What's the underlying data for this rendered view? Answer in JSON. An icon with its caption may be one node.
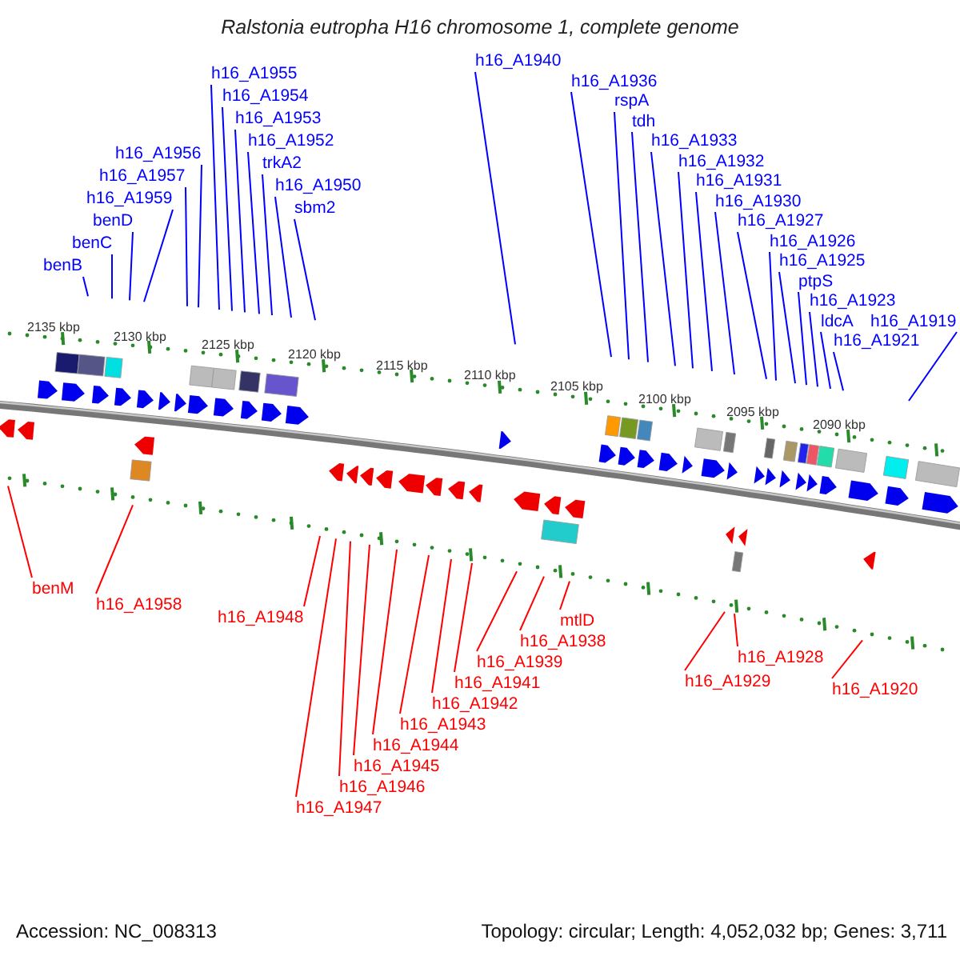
{
  "diagram": {
    "title": "Ralstonia eutropha H16 chromosome 1, complete genome",
    "nodes": [
      {
        "text": [
          "benB"
        ]
      },
      {
        "text": [
          "benC"
        ]
      },
      {
        "text": [
          "benD"
        ]
      },
      {
        "text": [
          "h16_A1959"
        ]
      },
      {
        "text": [
          "h16_A1957"
        ]
      },
      {
        "text": [
          "h16_A1956"
        ]
      },
      {
        "text": [
          "h16_A1955"
        ]
      },
      {
        "text": [
          "h16_A1954"
        ]
      },
      {
        "text": [
          "h16_A1953"
        ]
      },
      {
        "text": [
          "h16_A1952"
        ]
      },
      {
        "text": [
          "trkA2"
        ]
      },
      {
        "text": [
          "h16_A1950"
        ]
      },
      {
        "text": [
          "sbm2"
        ]
      },
      {
        "text": [
          "h16_A1940"
        ]
      },
      {
        "text": [
          "h16_A1936"
        ]
      },
      {
        "text": [
          "rspA"
        ]
      },
      {
        "text": [
          "tdh"
        ]
      },
      {
        "text": [
          "h16_A1933"
        ]
      },
      {
        "text": [
          "h16_A1932"
        ]
      },
      {
        "text": [
          "h16_A1931"
        ]
      },
      {
        "text": [
          "h16_A1930"
        ]
      },
      {
        "text": [
          "h16_A1927"
        ]
      },
      {
        "text": [
          "h16_A1926"
        ]
      },
      {
        "text": [
          "h16_A1925"
        ]
      },
      {
        "text": [
          "ptpS"
        ]
      },
      {
        "text": [
          "h16_A1923"
        ]
      },
      {
        "text": [
          "ldcA"
        ]
      },
      {
        "text": [
          "h16_A1921"
        ]
      },
      {
        "text": [
          "h16_A1919"
        ]
      },
      {
        "text": [
          "benM"
        ]
      },
      {
        "text": [
          "h16_A1958"
        ]
      },
      {
        "text": [
          "h16_A1948"
        ]
      },
      {
        "text": [
          "h16_A1947"
        ]
      },
      {
        "text": [
          "h16_A1946"
        ]
      },
      {
        "text": [
          "h16_A1945"
        ]
      },
      {
        "text": [
          "h16_A1944"
        ]
      },
      {
        "text": [
          "h16_A1943"
        ]
      },
      {
        "text": [
          "h16_A1942"
        ]
      },
      {
        "text": [
          "h16_A1941"
        ]
      },
      {
        "text": [
          "h16_A1939"
        ]
      },
      {
        "text": [
          "h16_A1938"
        ]
      },
      {
        "text": [
          "mtlD"
        ]
      },
      {
        "text": [
          "h16_A1929"
        ]
      },
      {
        "text": [
          "h16_A1928"
        ]
      },
      {
        "text": [
          "h16_A1920"
        ]
      }
    ],
    "edges": [
      {
        "from": 0,
        "to": null,
        "arrow": "none"
      },
      {
        "from": 1,
        "to": null,
        "arrow": "none"
      },
      {
        "from": 2,
        "to": null,
        "arrow": "none"
      },
      {
        "from": 3,
        "to": null,
        "arrow": "none"
      },
      {
        "from": 4,
        "to": null,
        "arrow": "none"
      },
      {
        "from": 5,
        "to": null,
        "arrow": "none"
      },
      {
        "from": 6,
        "to": null,
        "arrow": "none"
      },
      {
        "from": 7,
        "to": null,
        "arrow": "none"
      },
      {
        "from": 8,
        "to": null,
        "arrow": "none"
      },
      {
        "from": 9,
        "to": null,
        "arrow": "none"
      },
      {
        "from": 10,
        "to": null,
        "arrow": "none"
      },
      {
        "from": 11,
        "to": null,
        "arrow": "none"
      },
      {
        "from": 12,
        "to": null,
        "arrow": "none"
      },
      {
        "from": 13,
        "to": null,
        "arrow": "none"
      },
      {
        "from": 14,
        "to": null,
        "arrow": "none"
      },
      {
        "from": 15,
        "to": null,
        "arrow": "none"
      },
      {
        "from": 16,
        "to": null,
        "arrow": "none"
      },
      {
        "from": 17,
        "to": null,
        "arrow": "none"
      },
      {
        "from": 18,
        "to": null,
        "arrow": "none"
      },
      {
        "from": 19,
        "to": null,
        "arrow": "none"
      },
      {
        "from": 20,
        "to": null,
        "arrow": "none"
      },
      {
        "from": 21,
        "to": null,
        "arrow": "none"
      },
      {
        "from": 22,
        "to": null,
        "arrow": "none"
      },
      {
        "from": 23,
        "to": null,
        "arrow": "none"
      },
      {
        "from": 24,
        "to": null,
        "arrow": "none"
      },
      {
        "from": 25,
        "to": null,
        "arrow": "none"
      },
      {
        "from": 26,
        "to": null,
        "arrow": "none"
      },
      {
        "from": 27,
        "to": null,
        "arrow": "none"
      },
      {
        "from": 28,
        "to": null,
        "arrow": "none"
      },
      {
        "from": 29,
        "to": null,
        "arrow": "none",
        "color": "#ff0000"
      },
      {
        "from": 30,
        "to": null,
        "arrow": "none",
        "color": "#ff0000"
      },
      {
        "from": 31,
        "to": null,
        "arrow": "none",
        "color": "#ff0000"
      },
      {
        "from": 32,
        "to": null,
        "arrow": "none",
        "color": "#ff0000"
      },
      {
        "from": 33,
        "to": null,
        "arrow": "none",
        "color": "#ff0000"
      },
      {
        "from": 34,
        "to": null,
        "arrow": "none",
        "color": "#ff0000"
      },
      {
        "from": 35,
        "to": null,
        "arrow": "none",
        "color": "#ff0000"
      },
      {
        "from": 36,
        "to": null,
        "arrow": "none",
        "color": "#ff0000"
      },
      {
        "from": 37,
        "to": null,
        "arrow": "none",
        "color": "#ff0000"
      },
      {
        "from": 38,
        "to": null,
        "arrow": "none",
        "color": "#ff0000"
      },
      {
        "from": 39,
        "to": null,
        "arrow": "none",
        "color": "#ff0000"
      },
      {
        "from": 40,
        "to": null,
        "arrow": "none",
        "color": "#ff0000"
      },
      {
        "from": 41,
        "to": null,
        "arrow": "none",
        "color": "#ff0000"
      },
      {
        "from": 42,
        "to": null,
        "arrow": "none",
        "color": "#ff0000"
      },
      {
        "from": 43,
        "to": null,
        "arrow": "none",
        "color": "#ff0000"
      },
      {
        "from": 44,
        "to": null,
        "arrow": "none",
        "color": "#ff0000"
      }
    ],
    "labels": [
      "2135 kbp",
      "2130 kbp",
      "2125 kbp",
      "2120 kbp",
      "2115 kbp",
      "2110 kbp",
      "2105 kbp",
      "2100 kbp",
      "2095 kbp",
      "2090 kbp",
      "Accession: NC_008313",
      "Topology: circular; Length: 4,052,032 bp; Genes: 3,711"
    ]
  }
}
